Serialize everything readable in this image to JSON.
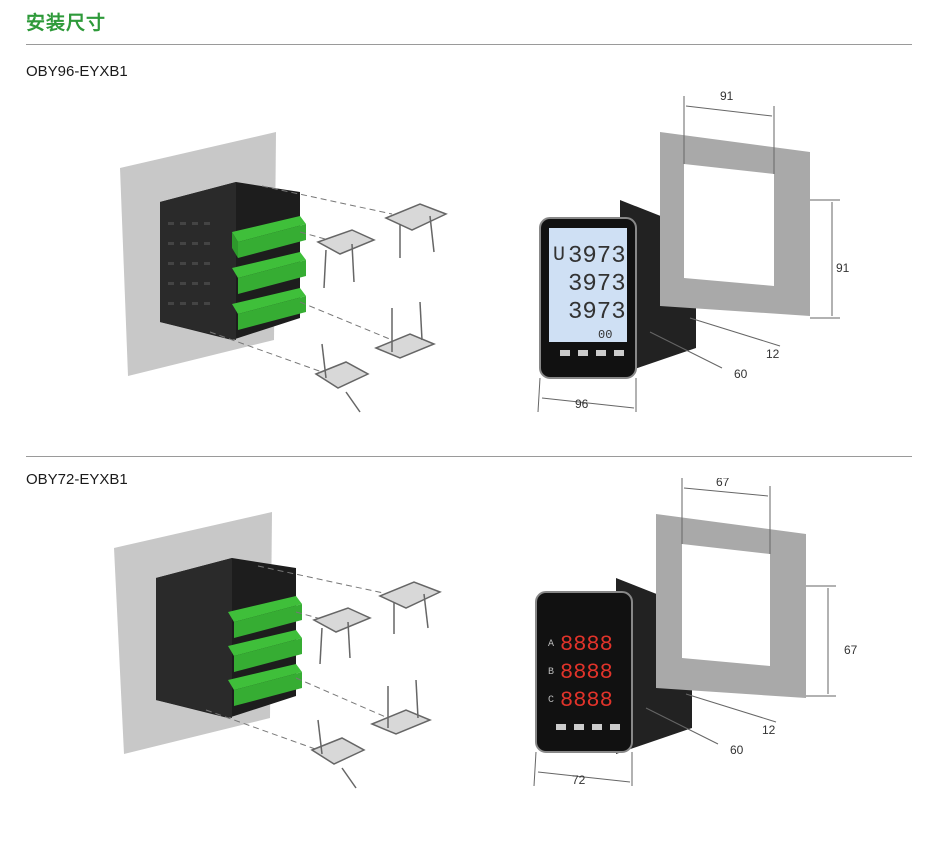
{
  "header": {
    "title": "安装尺寸"
  },
  "sections": [
    {
      "model": "OBY96-EYXB1",
      "dims": {
        "cutout_w": "91",
        "cutout_h": "91",
        "face": "96",
        "depth": "60",
        "flange": "12"
      },
      "display": {
        "type": "lcd",
        "rows": [
          "3973",
          "3973",
          "3973"
        ],
        "row_labels": [
          "U",
          "",
          ""
        ],
        "small": "00"
      }
    },
    {
      "model": "OBY72-EYXB1",
      "dims": {
        "cutout_w": "67",
        "cutout_h": "67",
        "face": "72",
        "depth": "60",
        "flange": "12"
      },
      "display": {
        "type": "led",
        "rows": [
          "8888",
          "8888",
          "8888"
        ],
        "row_labels": [
          "A",
          "B",
          "C"
        ]
      }
    }
  ],
  "colors": {
    "title": "#2e9a3a",
    "terminal": "#3fbf3a",
    "body": "#1c1c1c",
    "panel": "#c9c9c9",
    "lcd": "#cfe0f4",
    "led": "#e0332a"
  }
}
